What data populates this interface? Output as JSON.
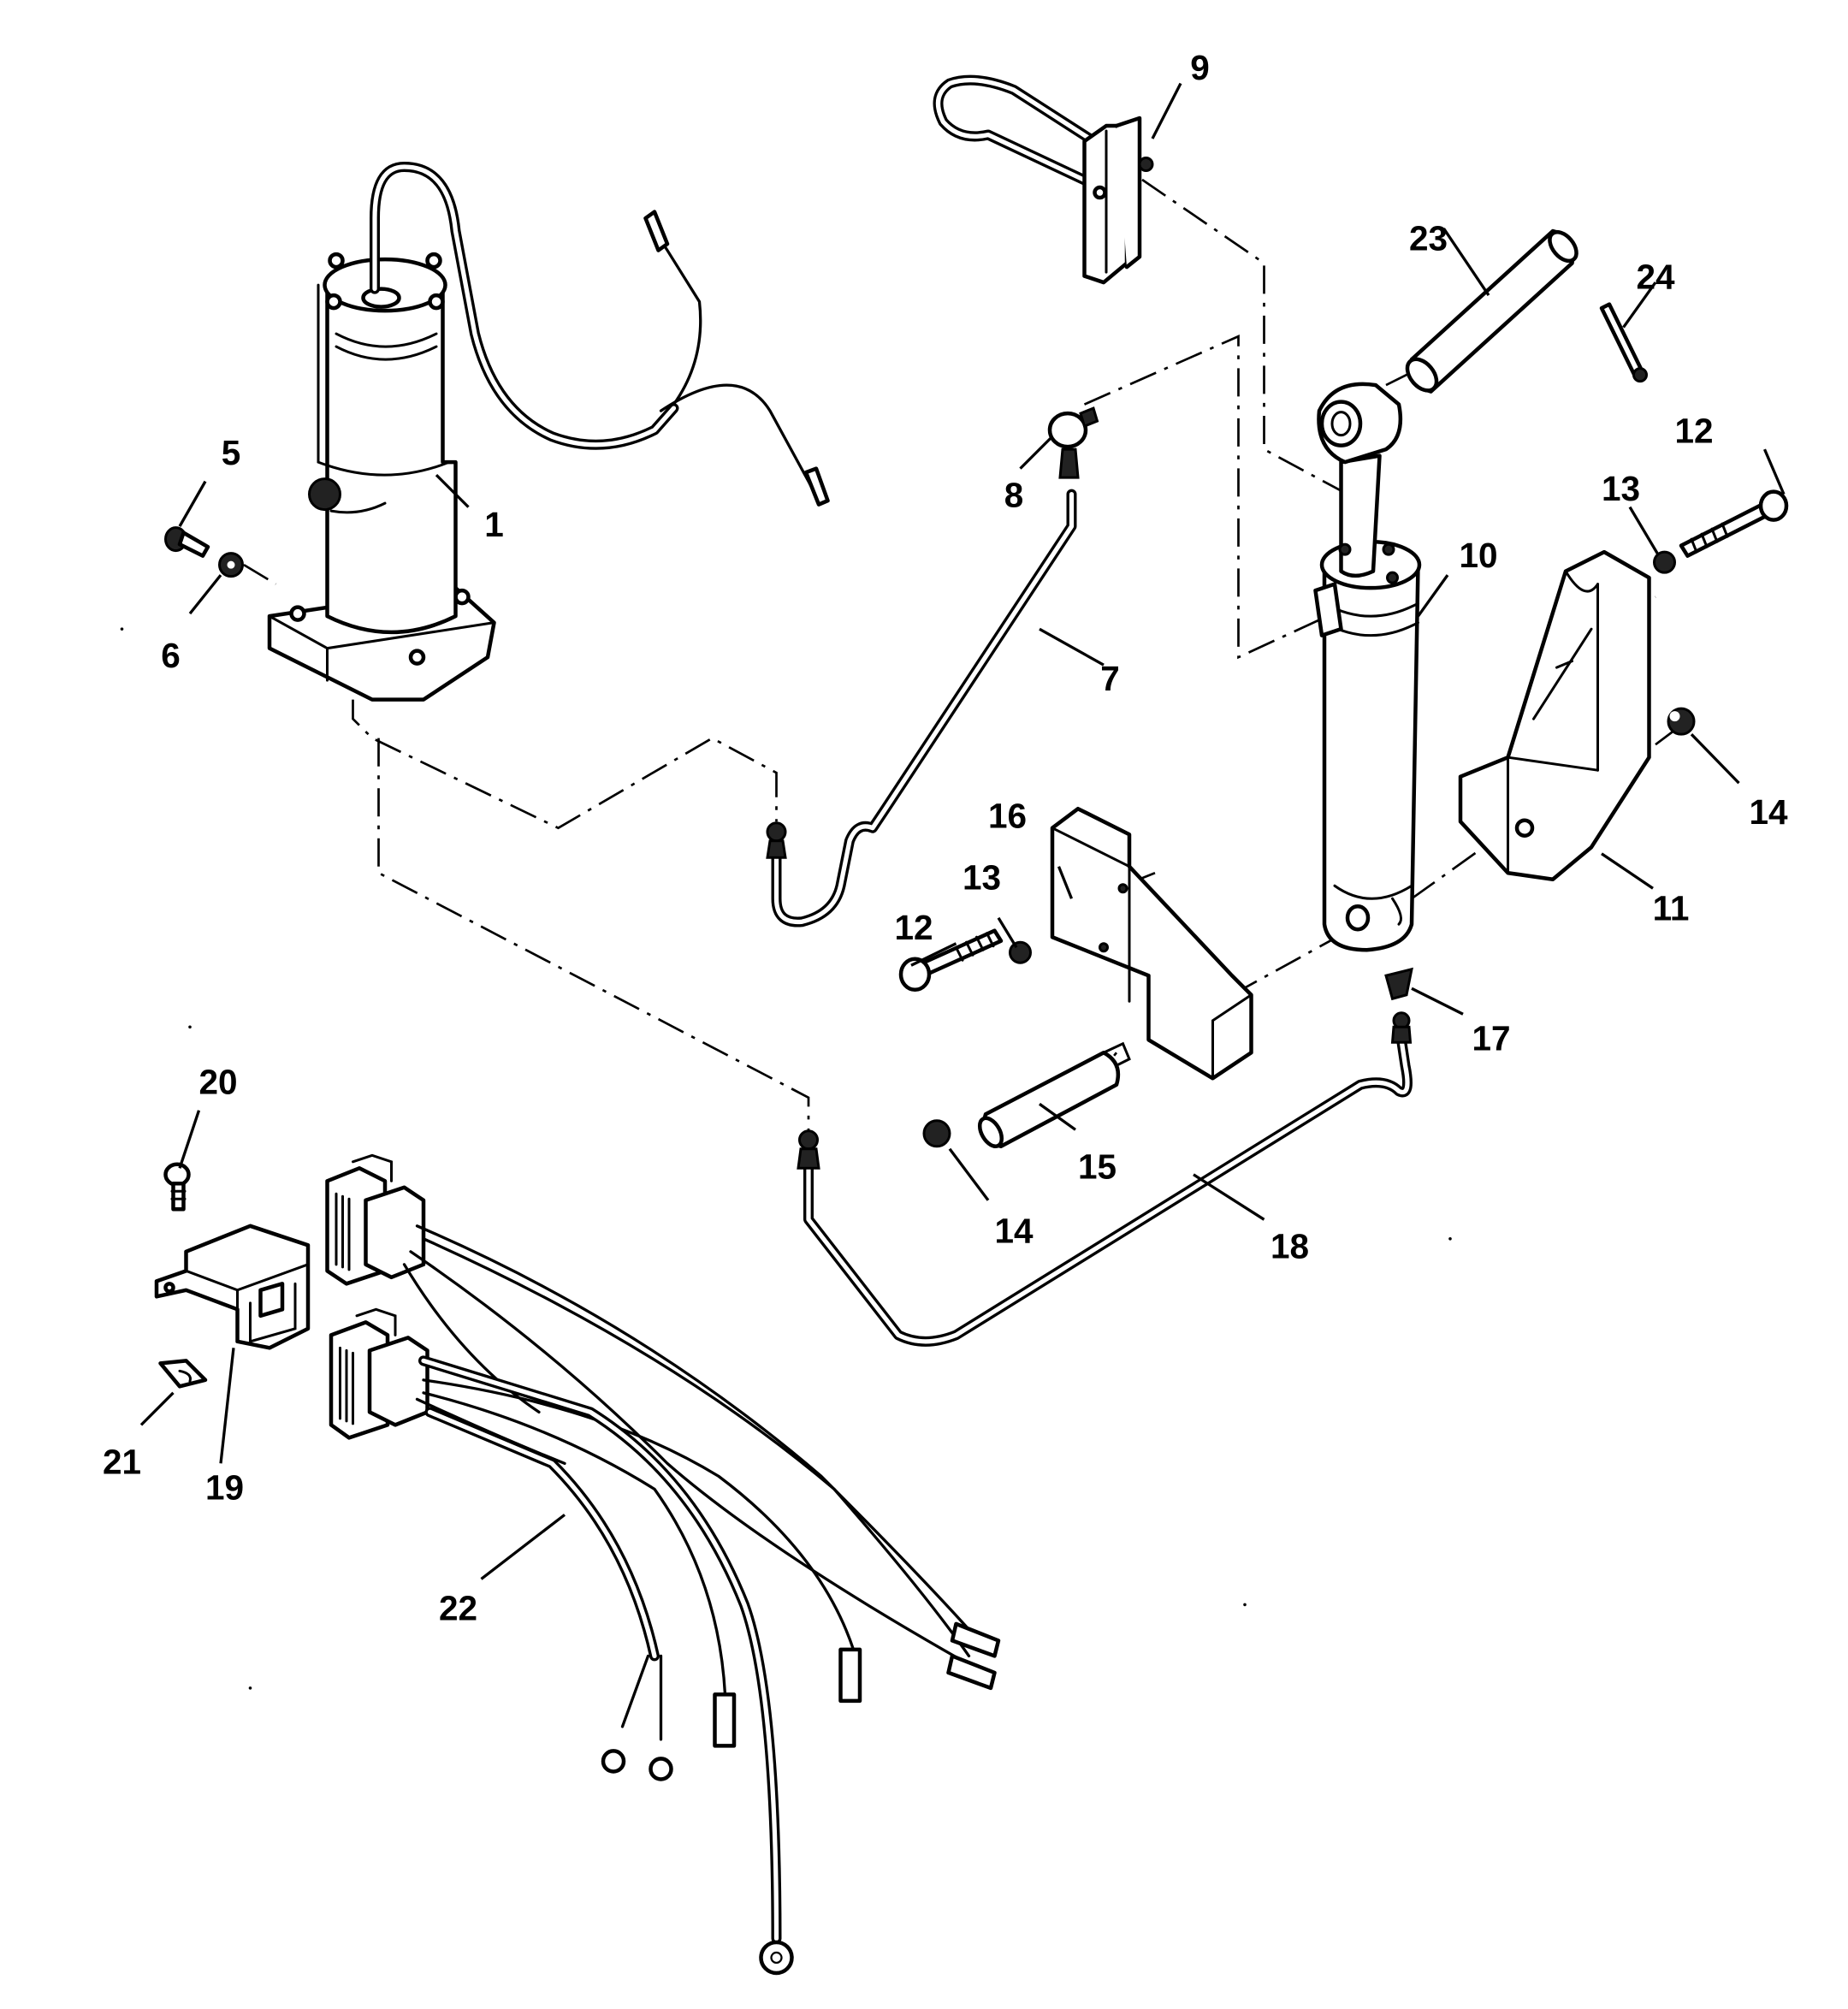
{
  "diagram": {
    "type": "exploded-parts-diagram",
    "description": "Power trim pump, trim cylinder, hydraulic lines, brackets and wiring harness",
    "callouts": [
      {
        "id": "1",
        "label": "1",
        "part": "pump-motor-assembly"
      },
      {
        "id": "5",
        "label": "5",
        "part": "screw"
      },
      {
        "id": "6",
        "label": "6",
        "part": "washer"
      },
      {
        "id": "7",
        "label": "7",
        "part": "hydraulic-line-up"
      },
      {
        "id": "8",
        "label": "8",
        "part": "elbow-fitting"
      },
      {
        "id": "9",
        "label": "9",
        "part": "switch-bracket"
      },
      {
        "id": "10",
        "label": "10",
        "part": "trim-cylinder"
      },
      {
        "id": "11",
        "label": "11",
        "part": "mounting-bracket-right"
      },
      {
        "id": "12a",
        "label": "12",
        "part": "bolt"
      },
      {
        "id": "12b",
        "label": "12",
        "part": "bolt"
      },
      {
        "id": "13a",
        "label": "13",
        "part": "washer"
      },
      {
        "id": "13b",
        "label": "13",
        "part": "washer"
      },
      {
        "id": "14a",
        "label": "14",
        "part": "nut"
      },
      {
        "id": "14b",
        "label": "14",
        "part": "nut"
      },
      {
        "id": "15",
        "label": "15",
        "part": "pivot-pin"
      },
      {
        "id": "16",
        "label": "16",
        "part": "mounting-bracket-left"
      },
      {
        "id": "17",
        "label": "17",
        "part": "elbow-fitting"
      },
      {
        "id": "18",
        "label": "18",
        "part": "hydraulic-line-down"
      },
      {
        "id": "19",
        "label": "19",
        "part": "relay"
      },
      {
        "id": "20",
        "label": "20",
        "part": "screw"
      },
      {
        "id": "21",
        "label": "21",
        "part": "clip"
      },
      {
        "id": "22",
        "label": "22",
        "part": "wiring-harness"
      },
      {
        "id": "23",
        "label": "23",
        "part": "pin"
      },
      {
        "id": "24",
        "label": "24",
        "part": "cotter-pin"
      }
    ]
  }
}
